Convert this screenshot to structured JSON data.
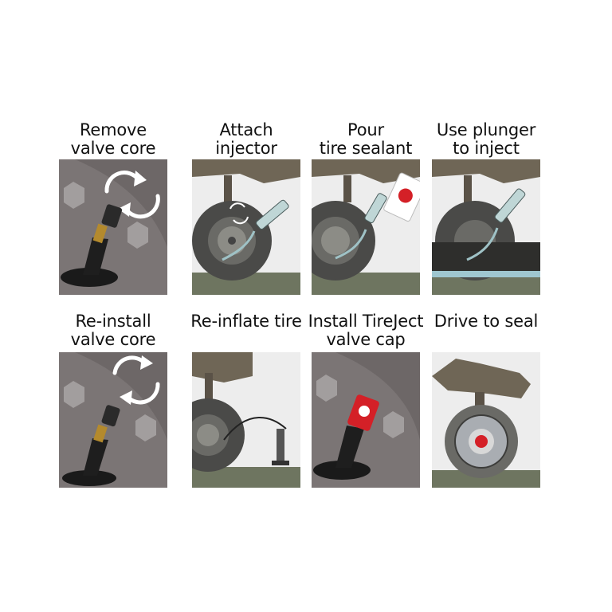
{
  "steps": [
    {
      "line1": "Remove",
      "line2": "valve core",
      "scene": "valve-remove"
    },
    {
      "line1": "Attach",
      "line2": "injector",
      "scene": "atv-injector"
    },
    {
      "line1": "Pour",
      "line2": "tire sealant",
      "scene": "atv-pour"
    },
    {
      "line1": "Use plunger",
      "line2": "to inject",
      "scene": "atv-plunger"
    },
    {
      "line1": "Re-install",
      "line2": "valve core",
      "scene": "valve-install"
    },
    {
      "line1": "",
      "line2": "Re-inflate tire",
      "scene": "atv-inflate"
    },
    {
      "line1": "Install TireJect",
      "line2": "valve cap",
      "scene": "valve-cap"
    },
    {
      "line1": "",
      "line2": "Drive to seal",
      "scene": "atv-drive"
    }
  ],
  "colors": {
    "hub": "#7b7575",
    "sky": "#ededed",
    "ground": "#6e7560",
    "atv": "#6f6656",
    "brand": "#d42027"
  }
}
